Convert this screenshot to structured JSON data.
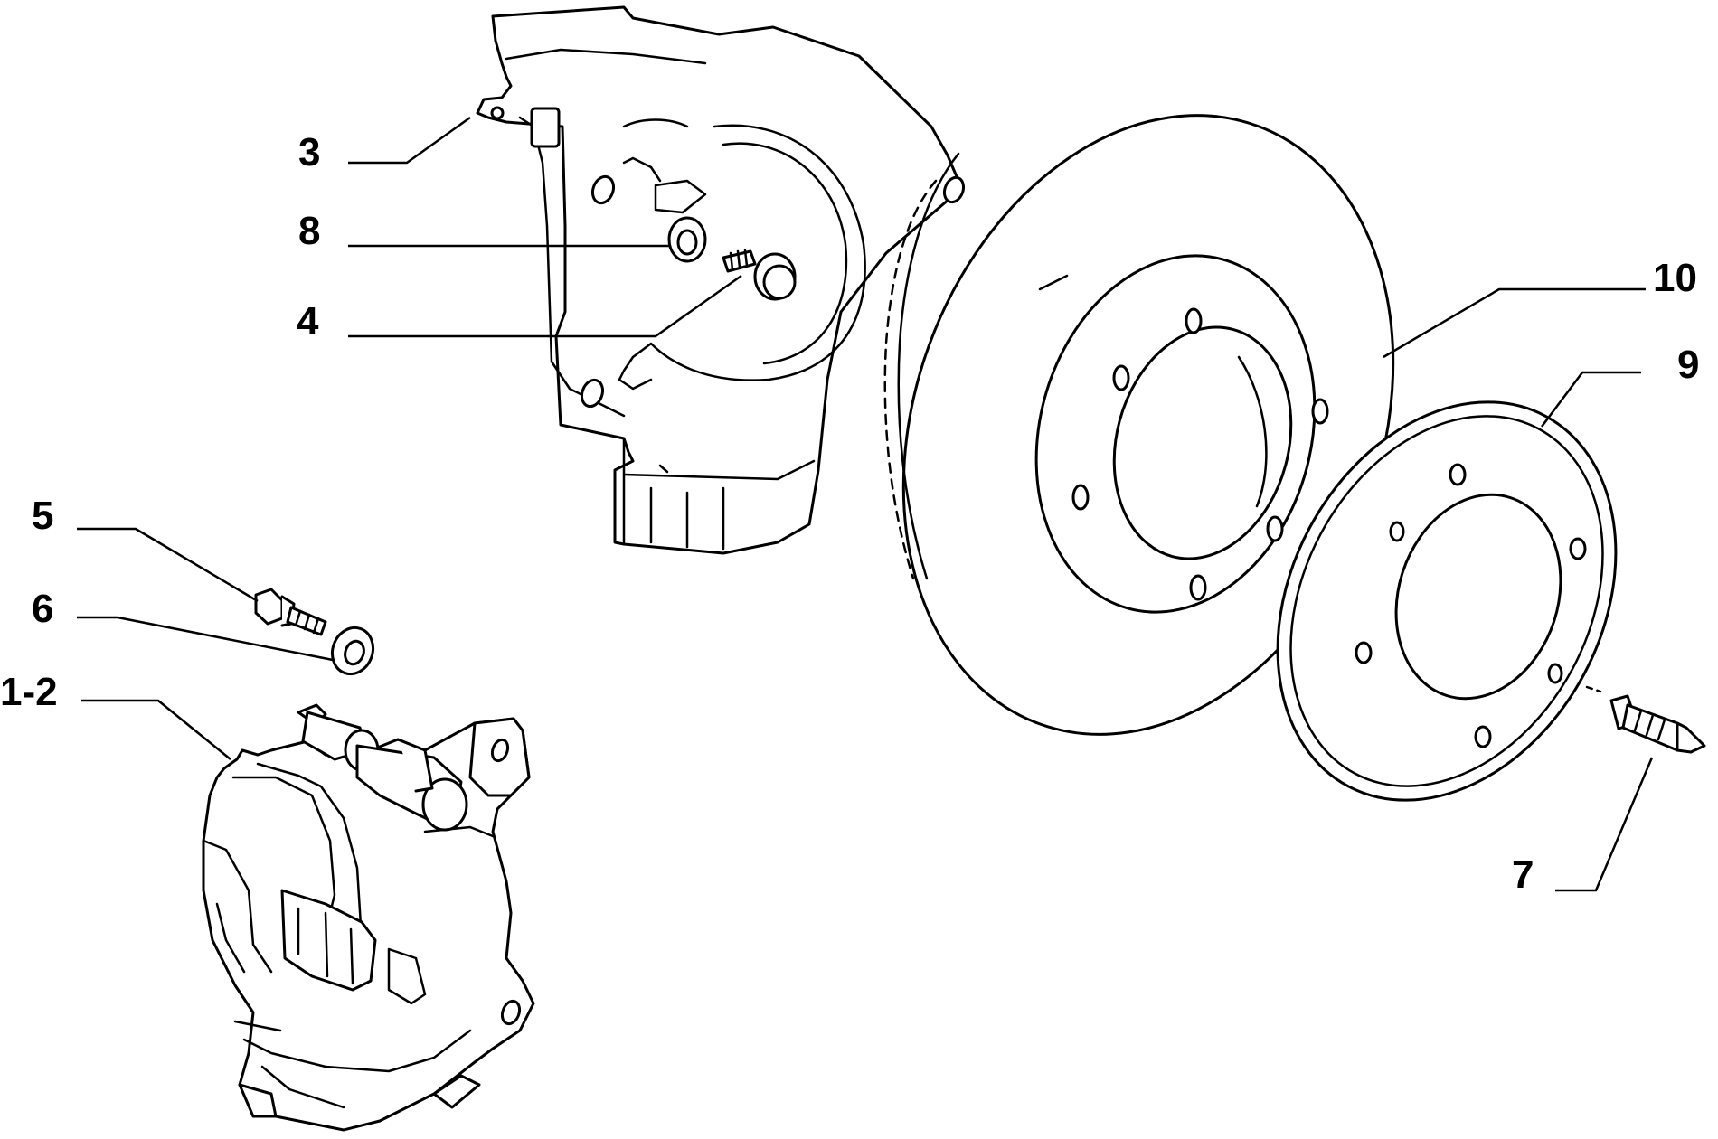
{
  "callouts": {
    "c1_2": "1-2",
    "c3": "3",
    "c4": "4",
    "c5": "5",
    "c6": "6",
    "c7": "7",
    "c8": "8",
    "c9": "9",
    "c10": "10"
  }
}
